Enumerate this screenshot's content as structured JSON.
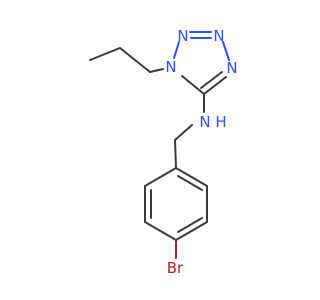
{
  "molecule": {
    "atoms": {
      "n1": "N",
      "n2": "N",
      "n3": "N",
      "n4": "N",
      "nh": "N",
      "nh_h": "H",
      "br": "Br"
    },
    "colors": {
      "carbon_bond": "#3a3a3a",
      "nitrogen": "#3050f8",
      "bromine": "#a62929",
      "background": "#ffffff"
    }
  }
}
